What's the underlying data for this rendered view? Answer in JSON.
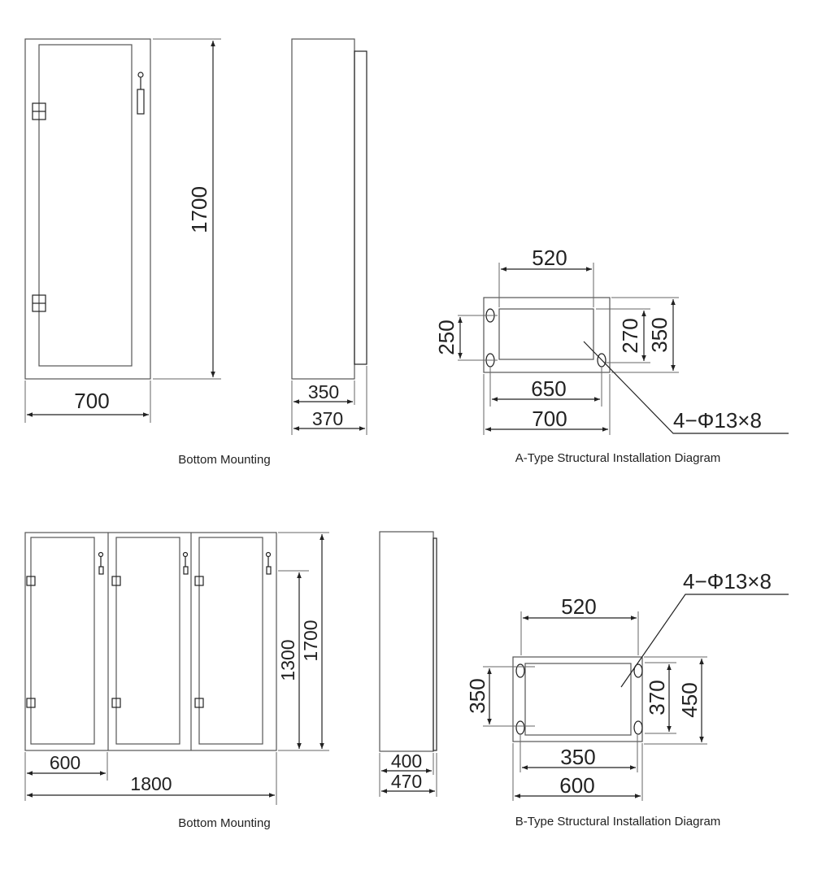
{
  "drawing_a": {
    "caption_front": "Bottom Mounting",
    "caption_base": "A-Type Structural Installation Diagram",
    "front": {
      "width": "700",
      "height": "1700"
    },
    "side": {
      "depth_body": "350",
      "depth_total": "370"
    },
    "base": {
      "inner_width": "520",
      "hole_spacing_x": "650",
      "outer_width": "700",
      "hole_spacing_y": "250",
      "inner_depth": "270",
      "outer_depth": "350",
      "hole_spec": "4−Φ13×8"
    }
  },
  "drawing_b": {
    "caption_front": "Bottom Mounting",
    "caption_base": "B-Type Structural Installation Diagram",
    "front": {
      "panel_width": "600",
      "total_width": "1800",
      "inner_height": "1300",
      "height": "1700",
      "panel_count": 3
    },
    "side": {
      "depth_body": "400",
      "depth_total": "470"
    },
    "base": {
      "inner_width": "520",
      "hole_spacing_x": "350",
      "outer_width": "600",
      "hole_spacing_y": "350",
      "inner_depth": "370",
      "outer_depth": "450",
      "hole_spec": "4−Φ13×8"
    }
  }
}
